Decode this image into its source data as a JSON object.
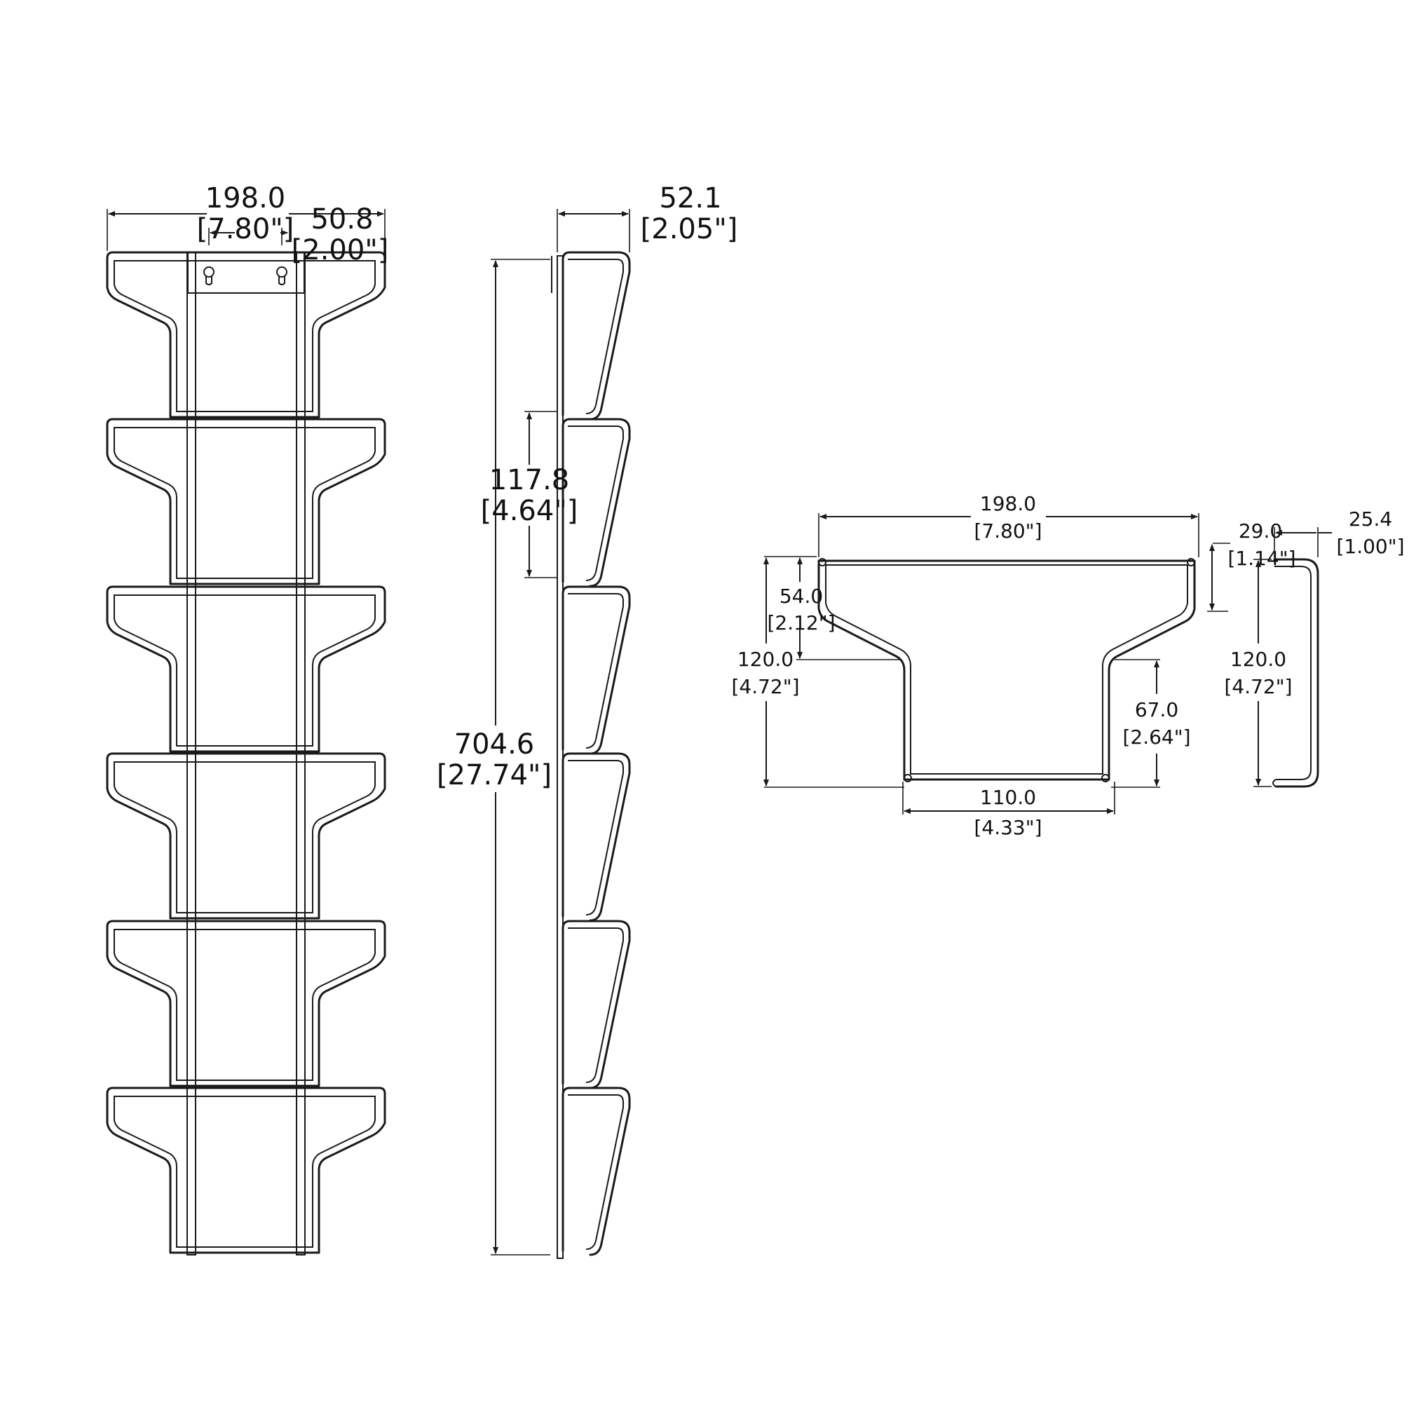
{
  "front_view": {
    "width_mm": "198.0",
    "width_in": "[7.80\"]",
    "keyhole_spacing_mm": "50.8",
    "keyhole_spacing_in": "[2.00\"]"
  },
  "side_view": {
    "depth_mm": "52.1",
    "depth_in": "[2.05\"]",
    "pocket_pitch_mm": "117.8",
    "pocket_pitch_in": "[4.64\"]",
    "height_mm": "704.6",
    "height_in": "[27.74\"]"
  },
  "pocket_front_view": {
    "width_mm": "198.0",
    "width_in": "[7.80\"]",
    "upper_height_mm": "54.0",
    "upper_height_in": "[2.12\"]",
    "total_height_mm": "120.0",
    "total_height_in": "[4.72\"]",
    "lower_height_mm": "67.0",
    "lower_height_in": "[2.64\"]",
    "bottom_width_mm": "110.0",
    "bottom_width_in": "[4.33\"]"
  },
  "pocket_side_view": {
    "top_rise_mm": "29.0",
    "top_rise_in": "[1.14\"]",
    "depth_mm": "25.4",
    "depth_in": "[1.00\"]",
    "height_mm": "120.0",
    "height_in": "[4.72\"]"
  }
}
